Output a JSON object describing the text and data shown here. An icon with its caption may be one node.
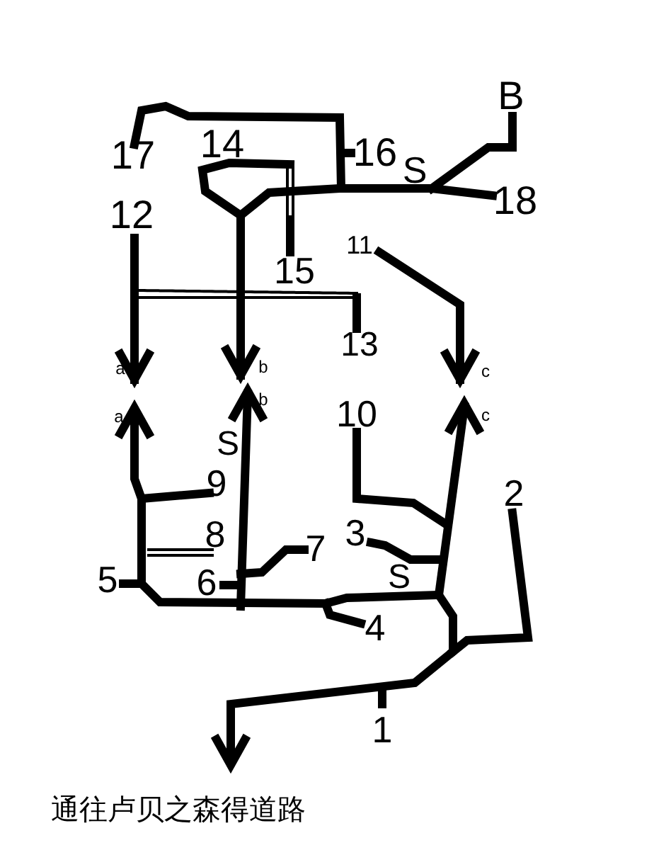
{
  "diagram": {
    "caption": "通往卢贝之森得道路",
    "labels": [
      "B",
      "17",
      "14",
      "16",
      "S",
      "18",
      "12",
      "11",
      "15",
      "13",
      "a",
      "b",
      "c",
      "10",
      "a",
      "S",
      "b",
      "c",
      "9",
      "2",
      "8",
      "3",
      "7",
      "5",
      "6",
      "S",
      "4",
      "1"
    ]
  }
}
